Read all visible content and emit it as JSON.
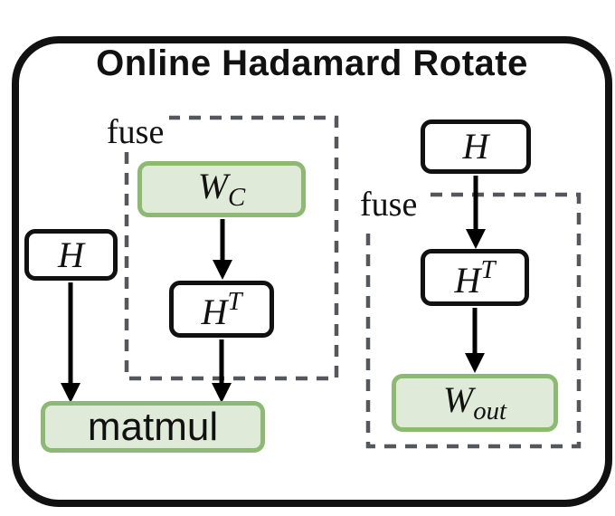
{
  "title": "Online Hadamard Rotate",
  "colors": {
    "frame_border": "#111111",
    "dashed_border": "#55575c",
    "green_border": "#8cba72",
    "green_fill": "#dfead9",
    "node_border": "#111111",
    "arrow": "#000000"
  },
  "fuse_left_label": "fuse",
  "fuse_right_label": "fuse",
  "nodes": {
    "h_left": {
      "base": "H"
    },
    "wc": {
      "base": "W",
      "sub": "C"
    },
    "ht_left": {
      "base": "H",
      "sup": "T"
    },
    "matmul": {
      "label": "matmul"
    },
    "h_right": {
      "base": "H"
    },
    "ht_right": {
      "base": "H",
      "sup": "T"
    },
    "wout": {
      "base": "W",
      "sub": "out"
    }
  }
}
